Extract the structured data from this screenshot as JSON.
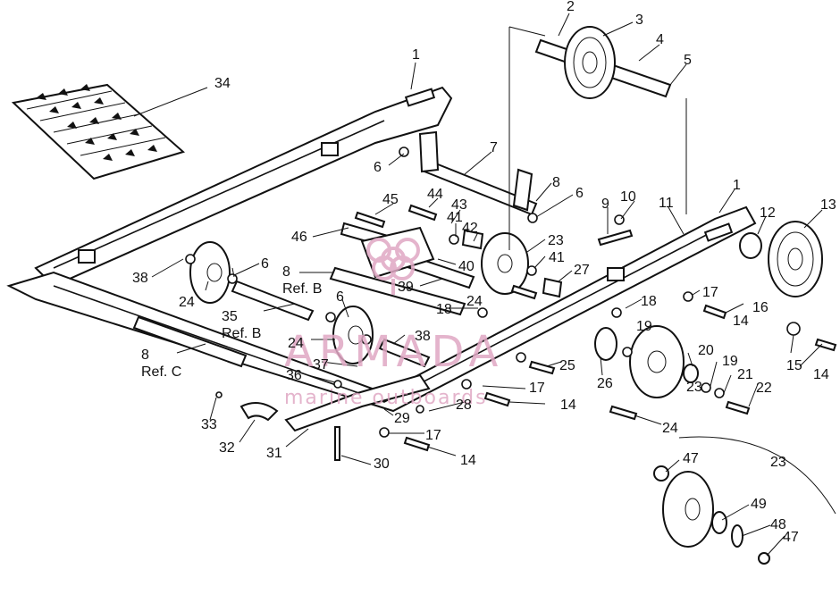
{
  "callouts": [
    {
      "text": "1"
    },
    {
      "text": "2"
    },
    {
      "text": "3"
    },
    {
      "text": "4"
    },
    {
      "text": "5"
    },
    {
      "text": "34"
    },
    {
      "text": "7"
    },
    {
      "text": "6"
    },
    {
      "text": "8"
    },
    {
      "text": "6"
    },
    {
      "text": "1"
    },
    {
      "text": "13"
    },
    {
      "text": "12"
    },
    {
      "text": "11"
    },
    {
      "text": "10"
    },
    {
      "text": "9"
    },
    {
      "text": "45"
    },
    {
      "text": "44"
    },
    {
      "text": "43"
    },
    {
      "text": "41"
    },
    {
      "text": "42"
    },
    {
      "text": "46"
    },
    {
      "text": "23"
    },
    {
      "text": "41"
    },
    {
      "text": "27"
    },
    {
      "text": "40"
    },
    {
      "text": "39"
    },
    {
      "text": "8"
    },
    {
      "text": "Ref. B"
    },
    {
      "text": "38"
    },
    {
      "text": "6"
    },
    {
      "text": "24"
    },
    {
      "text": "35"
    },
    {
      "text": "Ref. B"
    },
    {
      "text": "6"
    },
    {
      "text": "24"
    },
    {
      "text": "18"
    },
    {
      "text": "18"
    },
    {
      "text": "17"
    },
    {
      "text": "16"
    },
    {
      "text": "14"
    },
    {
      "text": "19"
    },
    {
      "text": "8"
    },
    {
      "text": "Ref. C"
    },
    {
      "text": "24"
    },
    {
      "text": "38"
    },
    {
      "text": "37"
    },
    {
      "text": "36"
    },
    {
      "text": "25"
    },
    {
      "text": "26"
    },
    {
      "text": "20"
    },
    {
      "text": "19"
    },
    {
      "text": "21"
    },
    {
      "text": "22"
    },
    {
      "text": "15"
    },
    {
      "text": "14"
    },
    {
      "text": "17"
    },
    {
      "text": "14"
    },
    {
      "text": "28"
    },
    {
      "text": "29"
    },
    {
      "text": "23"
    },
    {
      "text": "33"
    },
    {
      "text": "32"
    },
    {
      "text": "31"
    },
    {
      "text": "17"
    },
    {
      "text": "14"
    },
    {
      "text": "24"
    },
    {
      "text": "30"
    },
    {
      "text": "23"
    },
    {
      "text": "47"
    },
    {
      "text": "49"
    },
    {
      "text": "48"
    },
    {
      "text": "47"
    }
  ],
  "watermark": {
    "brand": "ARMADA",
    "tagline": "marine outboards",
    "color": "#e0a8c4",
    "logo_icon": "flower-logo-icon"
  },
  "colors": {
    "ink": "#111111",
    "background": "#ffffff"
  }
}
